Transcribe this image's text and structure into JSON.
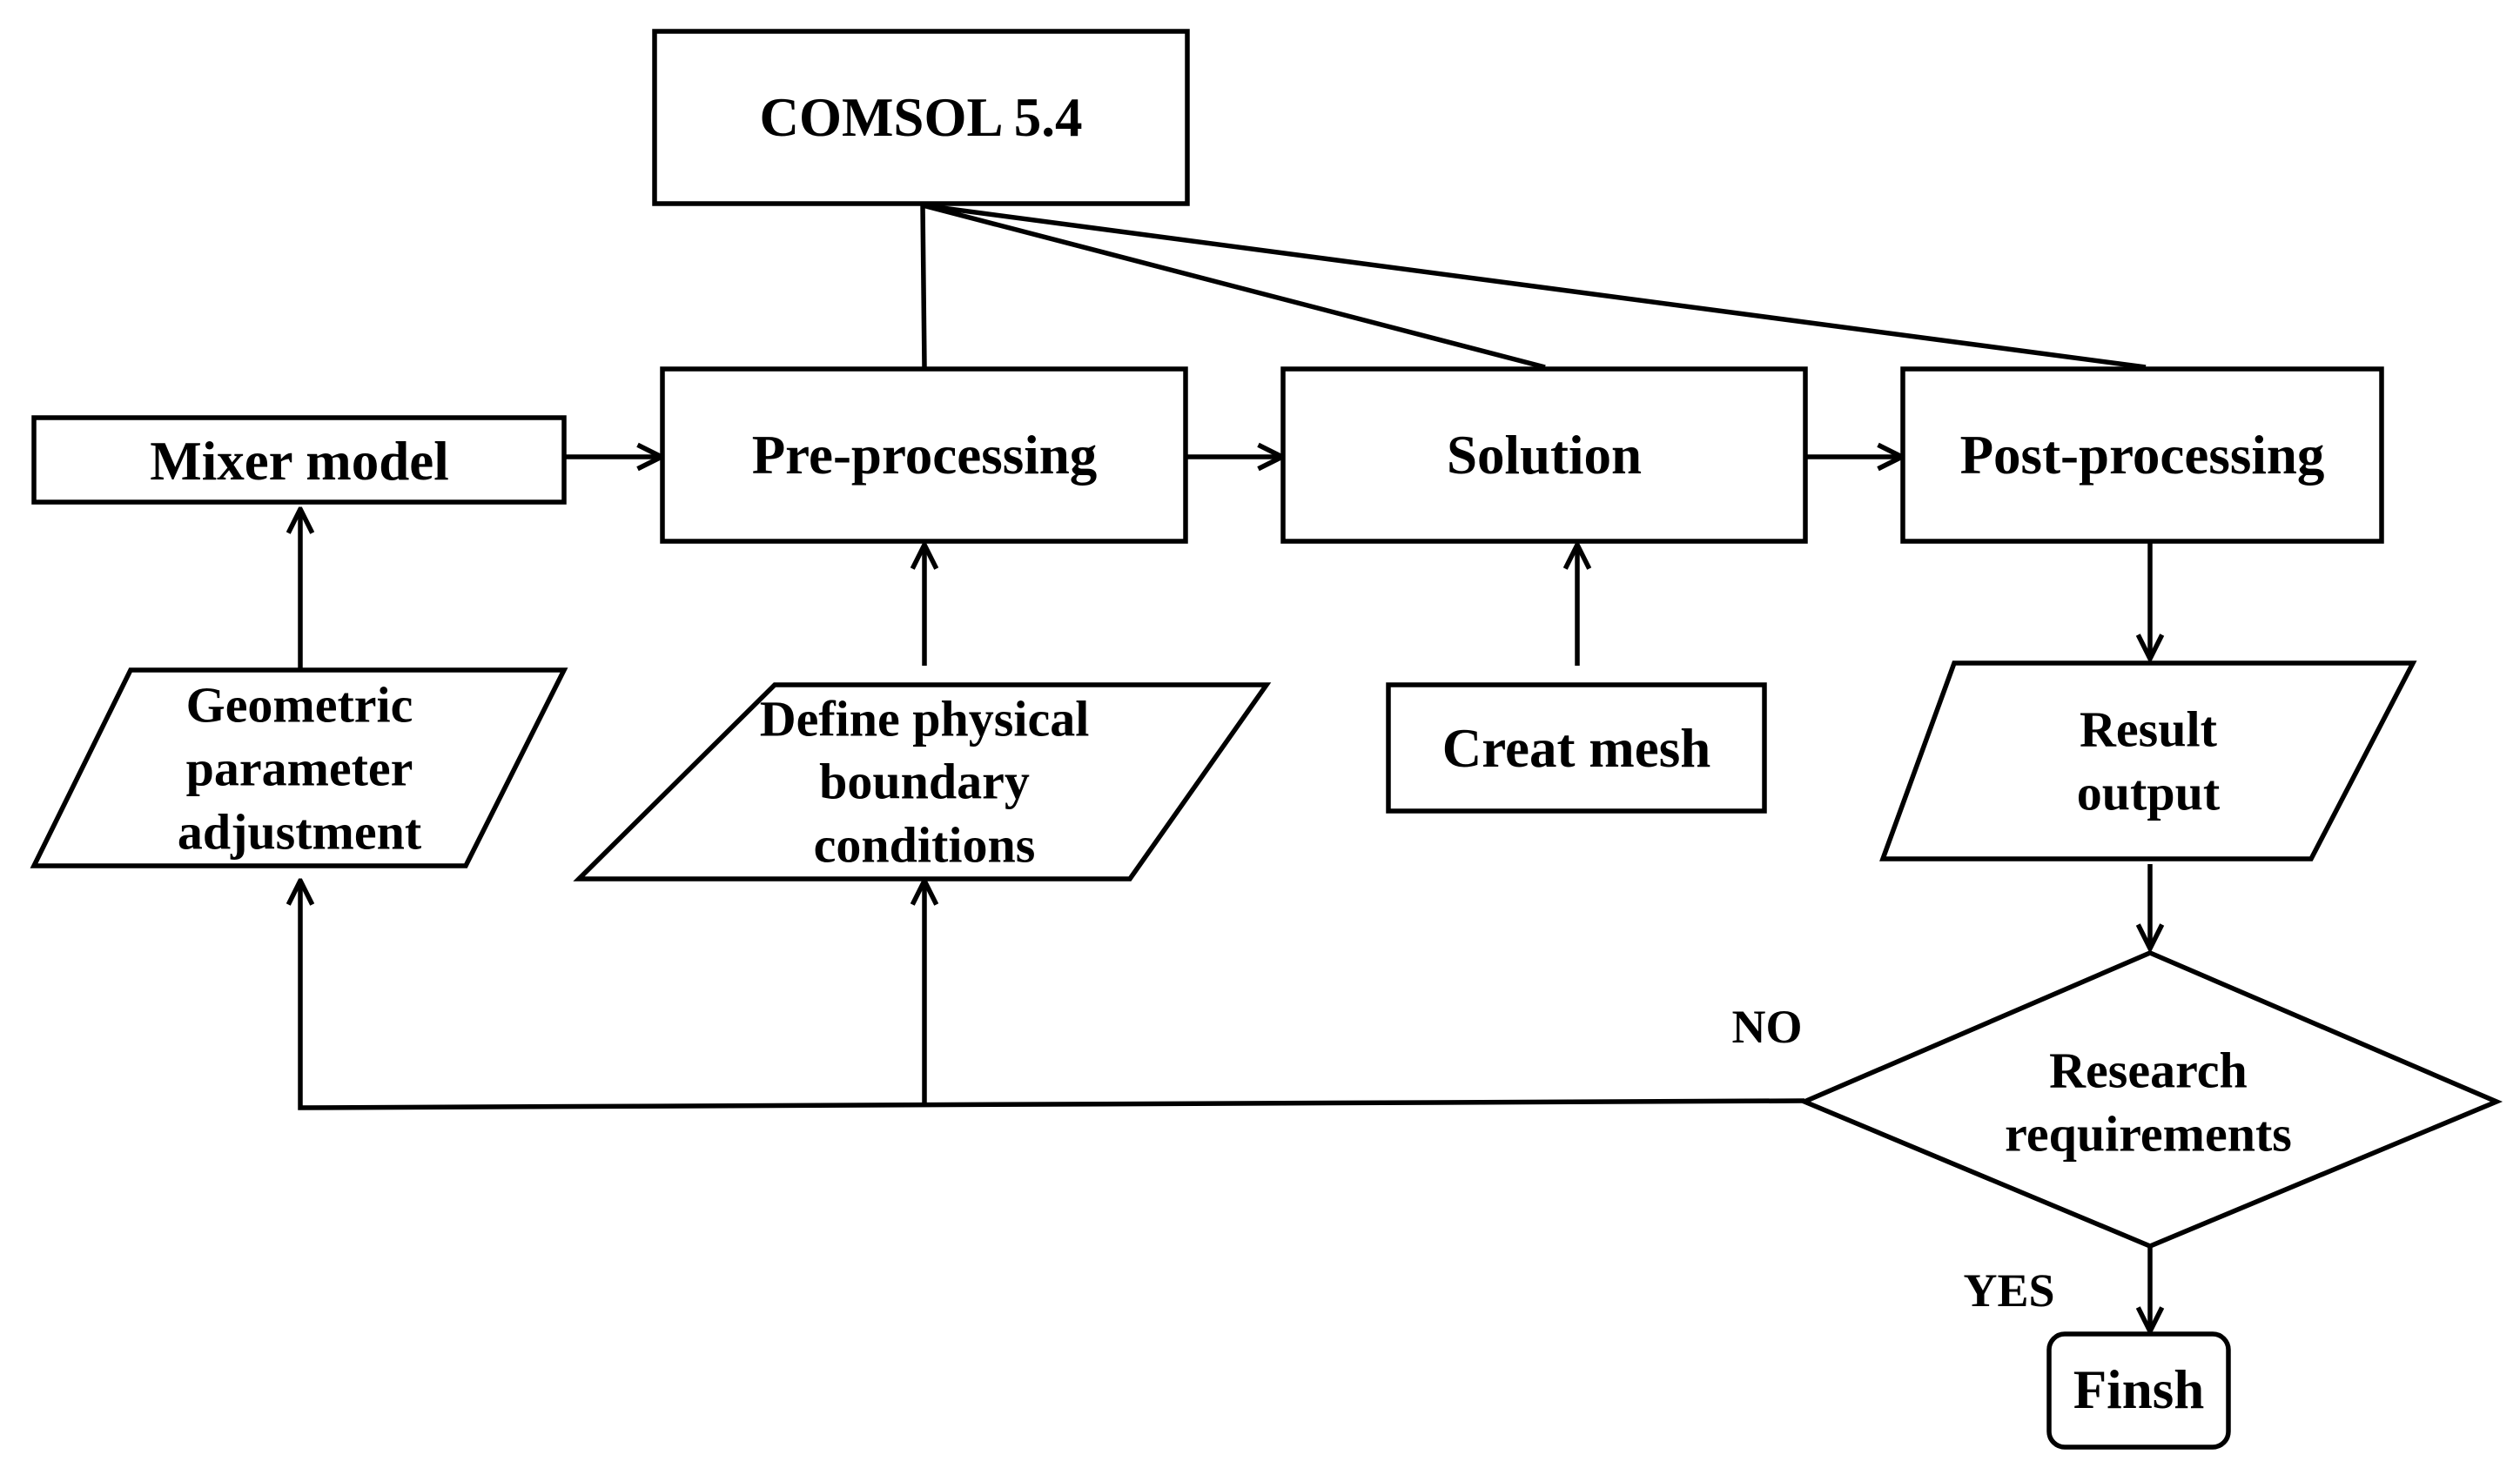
{
  "nodes": {
    "comsol": "COMSOL 5.4",
    "mixer_model": "Mixer model",
    "pre_processing": "Pre-processing",
    "solution": "Solution",
    "post_processing": "Post-processing",
    "geometric": [
      "Geometric",
      "parameter",
      "adjustment"
    ],
    "define_physical": [
      "Define physical",
      "boundary",
      "conditions"
    ],
    "creat_mesh": "Creat mesh",
    "result_output": [
      "Result",
      "output"
    ],
    "research_requirements": [
      "Research",
      "requirements"
    ],
    "finsh": "Finsh"
  },
  "edge_labels": {
    "no": "NO",
    "yes": "YES"
  }
}
